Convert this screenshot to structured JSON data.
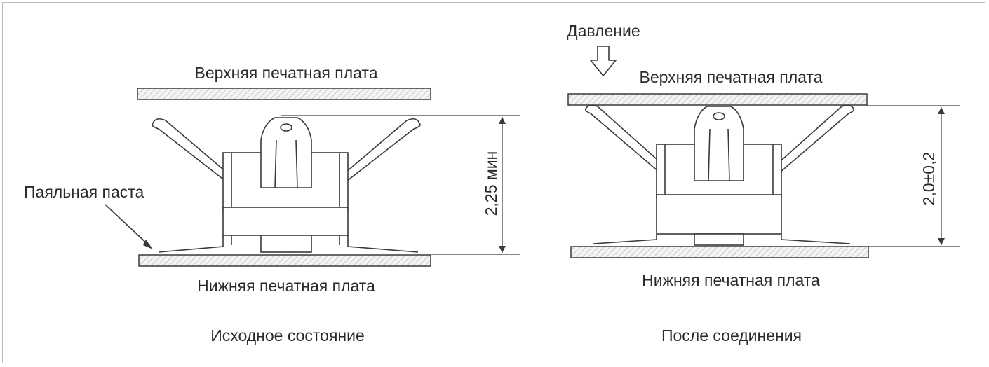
{
  "colors": {
    "line": "#3a3a3a",
    "text": "#2a2a2a",
    "border": "#bdbdbd",
    "hatch": "#c8c8c8"
  },
  "left": {
    "top_board_label": "Верхняя печатная плата",
    "bottom_board_label": "Нижняя печатная плата",
    "paste_label": "Паяльная паста",
    "dimension": "2,25 мин",
    "caption": "Исходное состояние"
  },
  "right": {
    "pressure_label": "Давление",
    "top_board_label": "Верхняя печатная плата",
    "bottom_board_label": "Нижняя печатная плата",
    "dimension": "2,0±0,2",
    "caption": "После соединения"
  },
  "icons": {
    "pressure_arrow": "down-arrow-icon"
  }
}
